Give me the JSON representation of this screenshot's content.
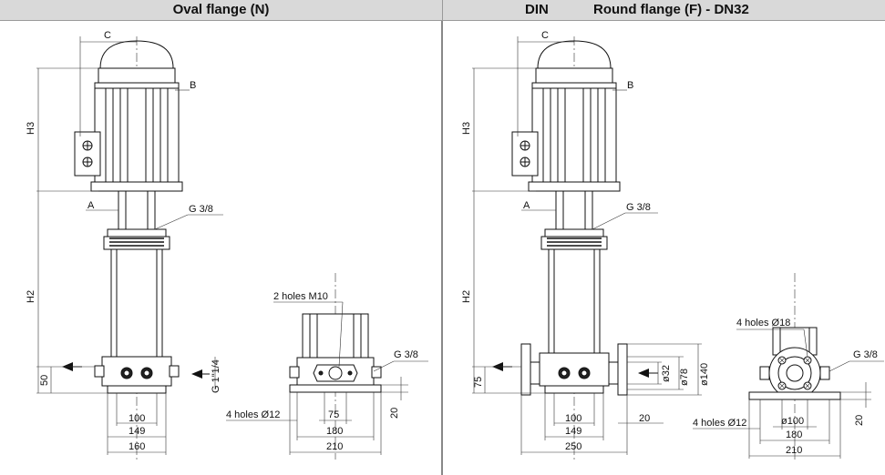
{
  "header": {
    "left_title": "Oval flange (N)",
    "right_din": "DIN",
    "right_title": "Round flange (F) - DN32"
  },
  "left": {
    "C": "C",
    "B": "B",
    "H3": "H3",
    "A": "A",
    "H2": "H2",
    "g38": "G 3/8",
    "g114": "G 1\"1/4",
    "h50": "50",
    "d100": "100",
    "d149": "149",
    "d160": "160",
    "holes_m10": "2 holes M10",
    "holes_d12": "4 holes Ø12",
    "d75": "75",
    "d180": "180",
    "d210": "210",
    "d20": "20",
    "g38_side": "G 3/8"
  },
  "right": {
    "C": "C",
    "B": "B",
    "H3": "H3",
    "A": "A",
    "H2": "H2",
    "g38": "G 3/8",
    "h75": "75",
    "d32": "ø32",
    "d78": "ø78",
    "d140": "ø140",
    "d100": "100",
    "d149": "149",
    "d250": "250",
    "d20a": "20",
    "holes_d18": "4 holes Ø18",
    "holes_d12": "4 holes Ø12",
    "dd100": "ø100",
    "d180": "180",
    "d210": "210",
    "d20": "20",
    "g38_side": "G 3/8"
  }
}
